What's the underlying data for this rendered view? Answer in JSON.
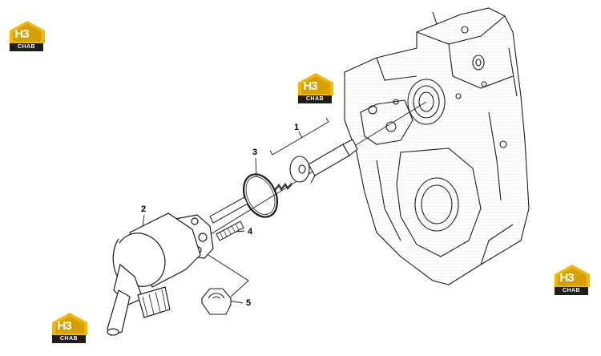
{
  "callouts": {
    "part_1": "1",
    "part_2": "2",
    "part_3": "3",
    "part_4": "4",
    "part_5": "5"
  },
  "watermark": {
    "mark": "H3",
    "caption": "CHAB",
    "colors": {
      "yellow": "#f5b800",
      "dark": "#1d1d1d"
    }
  },
  "line_color": "#1a1a1a",
  "hatch_color": "#7a7a7a"
}
